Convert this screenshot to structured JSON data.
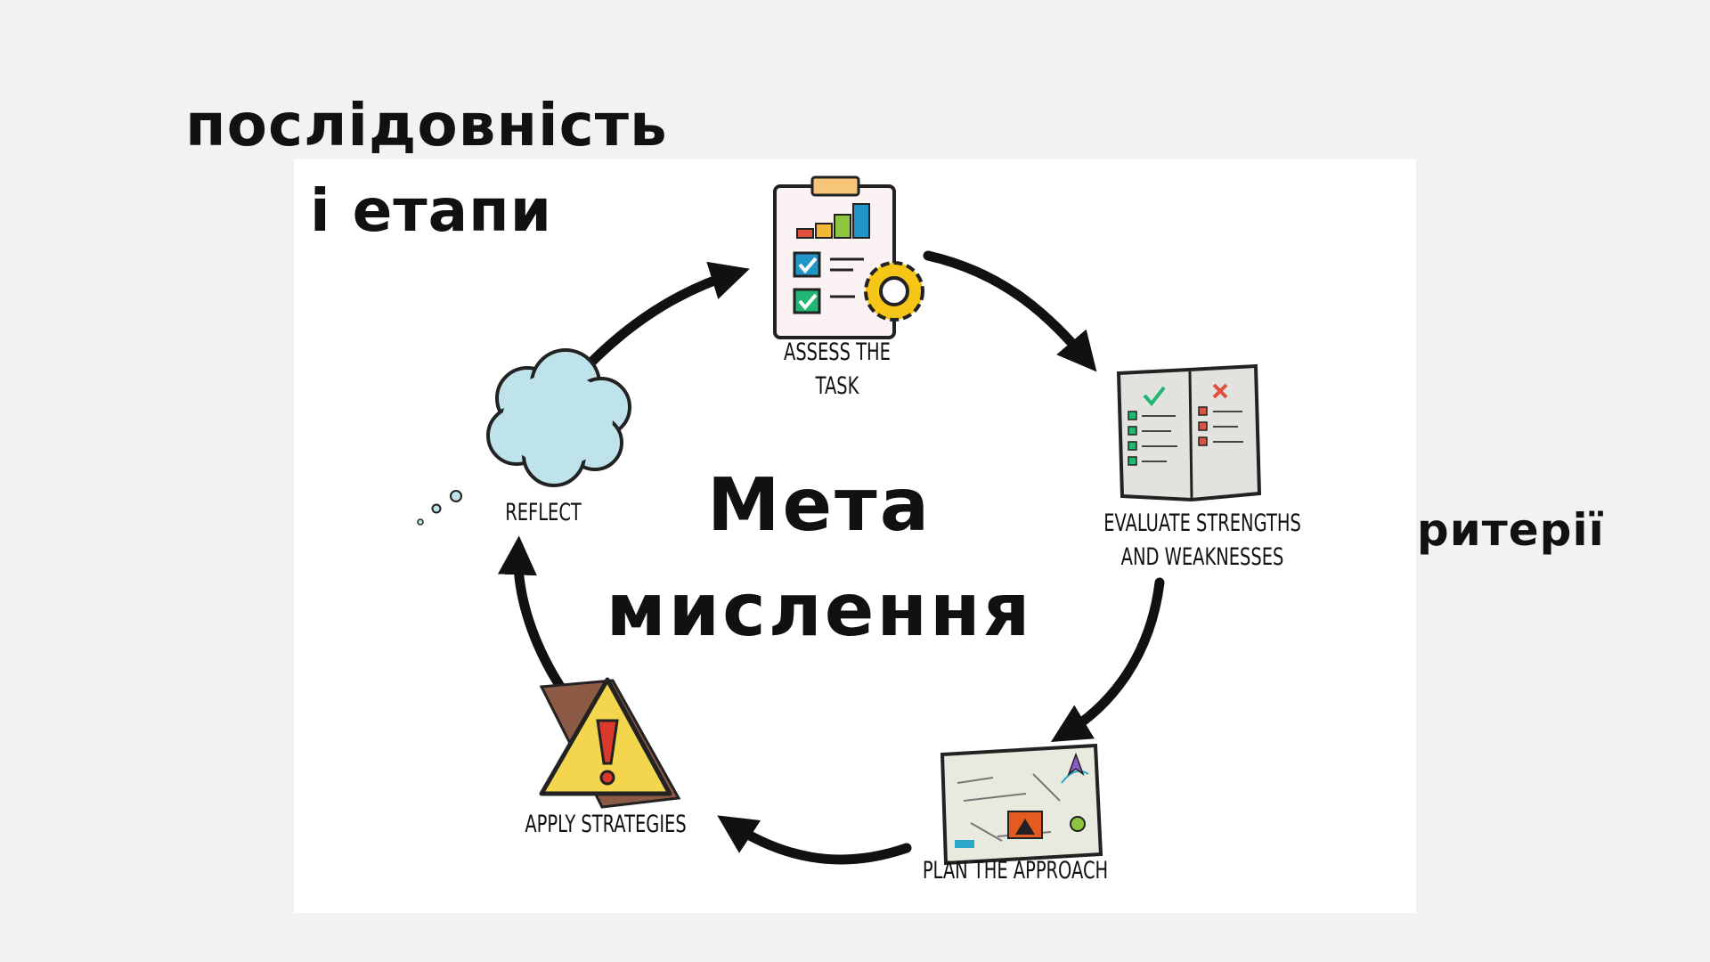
{
  "slide": {
    "title_line1": "послідовність",
    "title_line2": "і етапи",
    "side_label": "критерії"
  },
  "diagram": {
    "center_line1": "Мета",
    "center_line2": "мислення",
    "steps": [
      {
        "label": "ASSESS THE\nTASK",
        "icon": "clipboard-gear-icon"
      },
      {
        "label": "EVALUATE STRENGTHS\nAND WEAKNESSES",
        "icon": "checklist-book-icon"
      },
      {
        "label": "PLAN THE APPROACH",
        "icon": "map-plan-icon"
      },
      {
        "label": "APPLY STRATEGIES",
        "icon": "warning-triangle-icon"
      },
      {
        "label": "REFLECT",
        "icon": "thought-cloud-icon"
      }
    ]
  },
  "colors": {
    "background": "#f2f2f2",
    "panel": "#ffffff",
    "ink": "#111111",
    "cloud": "#bfe3ea",
    "warning": "#f3d54e",
    "gear": "#f5c518",
    "check_green": "#22b573",
    "check_blue": "#2196c9"
  }
}
